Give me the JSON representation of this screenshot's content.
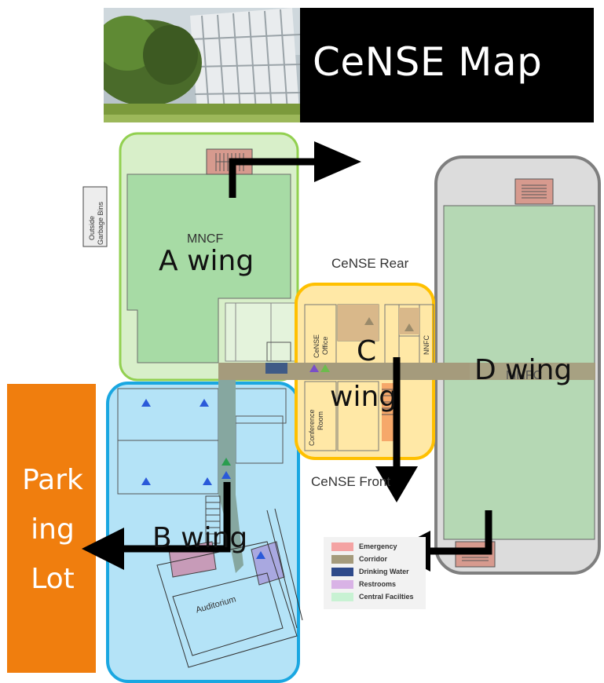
{
  "header": {
    "title": "CeNSE Map"
  },
  "wings": {
    "a": {
      "label": "A wing",
      "room": "MNCF"
    },
    "b": {
      "label": "B wing"
    },
    "c": {
      "label_line1": "C",
      "label_line2": "wing"
    },
    "d": {
      "label": "D wing",
      "room": "MNFC"
    }
  },
  "areas": {
    "rear": "CeNSE Rear",
    "front": "CeNSE Front",
    "parking_line1": "Park",
    "parking_line2": "ing",
    "parking_line3": "Lot",
    "garbage_line1": "Outside",
    "garbage_line2": "Garbage Bins"
  },
  "rooms": {
    "cense_office_line1": "CeNSE",
    "cense_office_line2": "Office",
    "conference_line1": "Conference",
    "conference_line2": "Room",
    "nnfc": "NNFC",
    "auditorium": "Auditorium"
  },
  "legend": [
    {
      "label": "Emergency",
      "color": "#f4a3a3"
    },
    {
      "label": "Corridor",
      "color": "#a59b7c"
    },
    {
      "label": "Drinking Water",
      "color": "#2e4a8a"
    },
    {
      "label": "Restrooms",
      "color": "#d9b3e6"
    },
    {
      "label": "Central Facilties",
      "color": "#c8f2d3"
    }
  ],
  "colors": {
    "wing_a_fill": "#d8efc9",
    "wing_a_border": "#92d050",
    "wing_b_fill": "#b4e3f7",
    "wing_b_border": "#1aa7e1",
    "wing_c_fill": "#ffe8a6",
    "wing_c_border": "#ffc000",
    "wing_d_fill": "#dcdcdc",
    "wing_d_border": "#7f7f7f",
    "parking": "#f07e0e",
    "room_green": "#a7dba5",
    "corridor": "#a59b7c",
    "arrow": "#000000"
  },
  "icons": [
    "water-fountain-icon",
    "restroom-icon",
    "stairs-icon",
    "arrow-icon"
  ]
}
